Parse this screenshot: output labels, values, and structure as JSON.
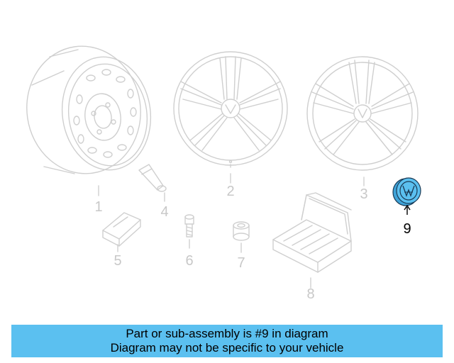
{
  "diagram": {
    "callouts": [
      {
        "id": "1",
        "label": "1"
      },
      {
        "id": "2",
        "label": "2"
      },
      {
        "id": "3",
        "label": "3"
      },
      {
        "id": "4",
        "label": "4"
      },
      {
        "id": "5",
        "label": "5"
      },
      {
        "id": "6",
        "label": "6"
      },
      {
        "id": "7",
        "label": "7"
      },
      {
        "id": "8",
        "label": "8"
      },
      {
        "id": "9",
        "label": "9"
      }
    ],
    "highlighted_part": "9",
    "highlight_color": "#5bc0f0",
    "faded_color": "#c8c8c8"
  },
  "banner": {
    "line1": "Part or sub-assembly is #9 in diagram",
    "line2": "Diagram may not be specific to your vehicle",
    "background": "#5bc0f0"
  }
}
